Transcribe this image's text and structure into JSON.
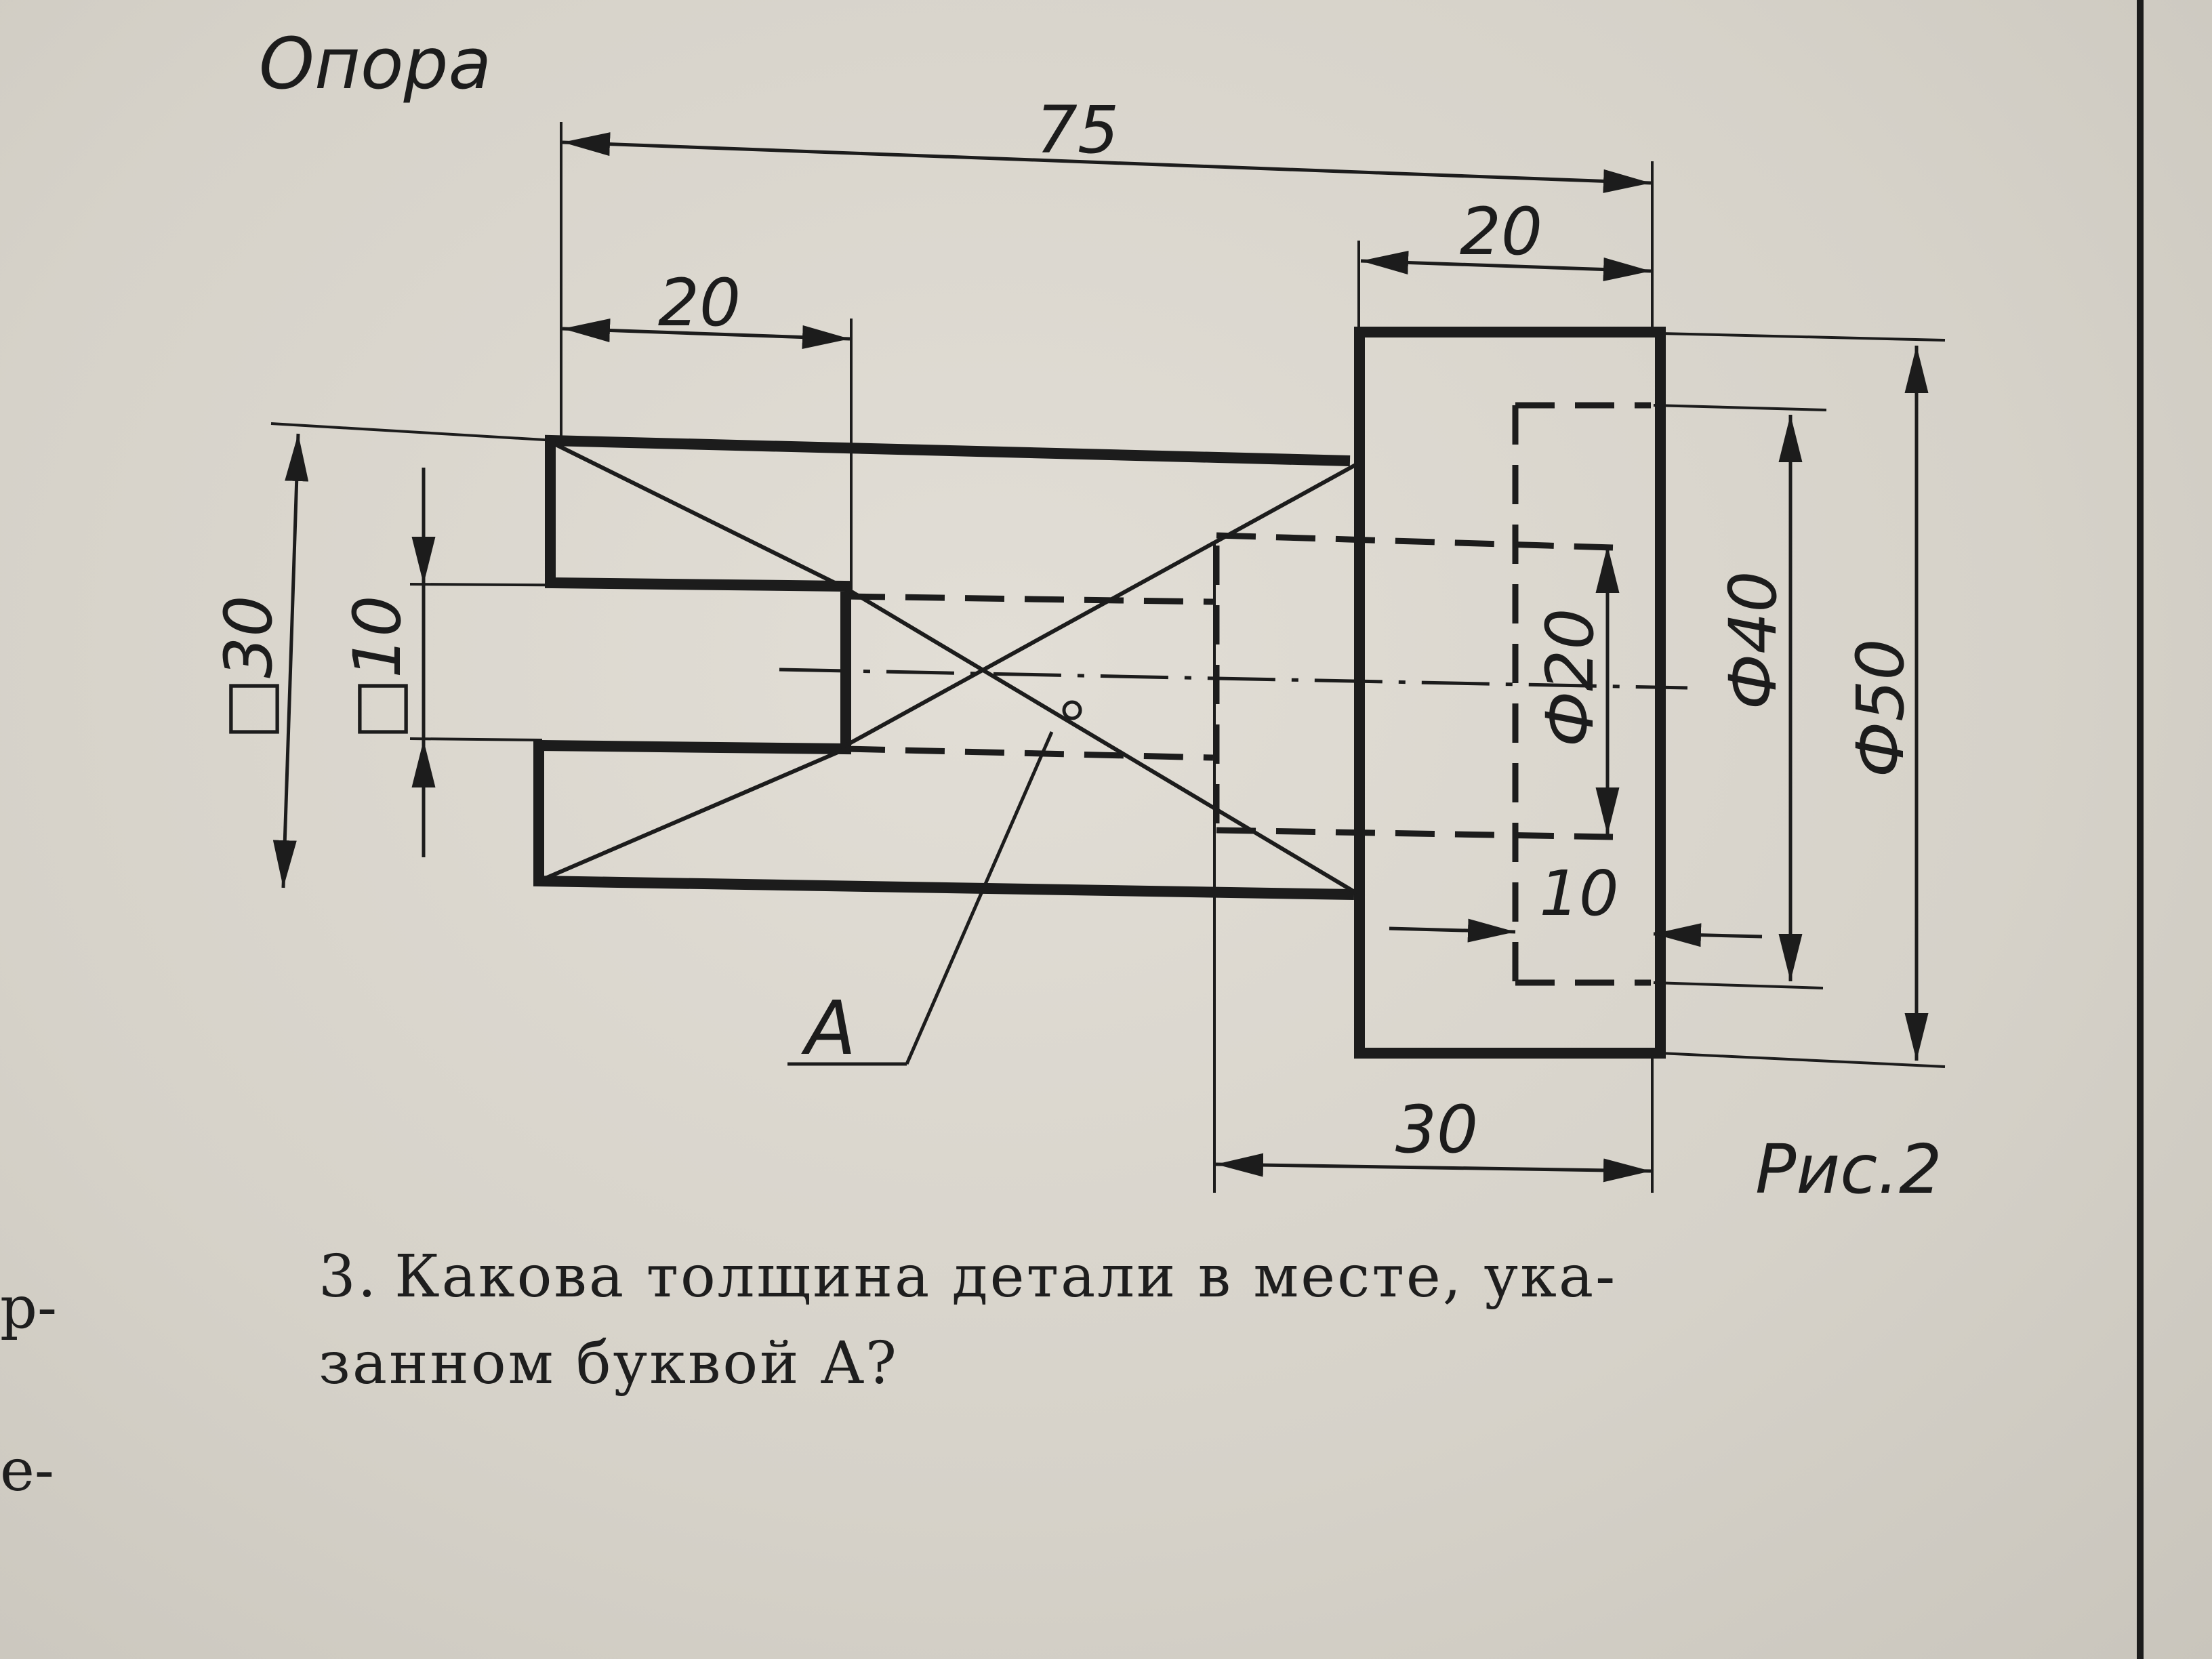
{
  "figure": {
    "part_title": "Опора",
    "caption": "Рис.2",
    "leader_label": "A",
    "dimensions": {
      "overall_length": "75",
      "left_step_length": "20",
      "flange_thickness": "20",
      "bore_depth": "30",
      "recess_depth": "10",
      "square_outer": "□30",
      "square_inner": "□10",
      "dia_bore": "Ф20",
      "dia_recess": "Ф40",
      "dia_flange": "Ф50"
    }
  },
  "question": {
    "number": "3.",
    "text_line1": "Какова толщина детали в месте, ука-",
    "text_line2": "занном буквой A?"
  },
  "margin_fragments": [
    "р-",
    "е-"
  ],
  "colors": {
    "ink": "#1c1c1c",
    "paper": "#dcd8cf"
  }
}
